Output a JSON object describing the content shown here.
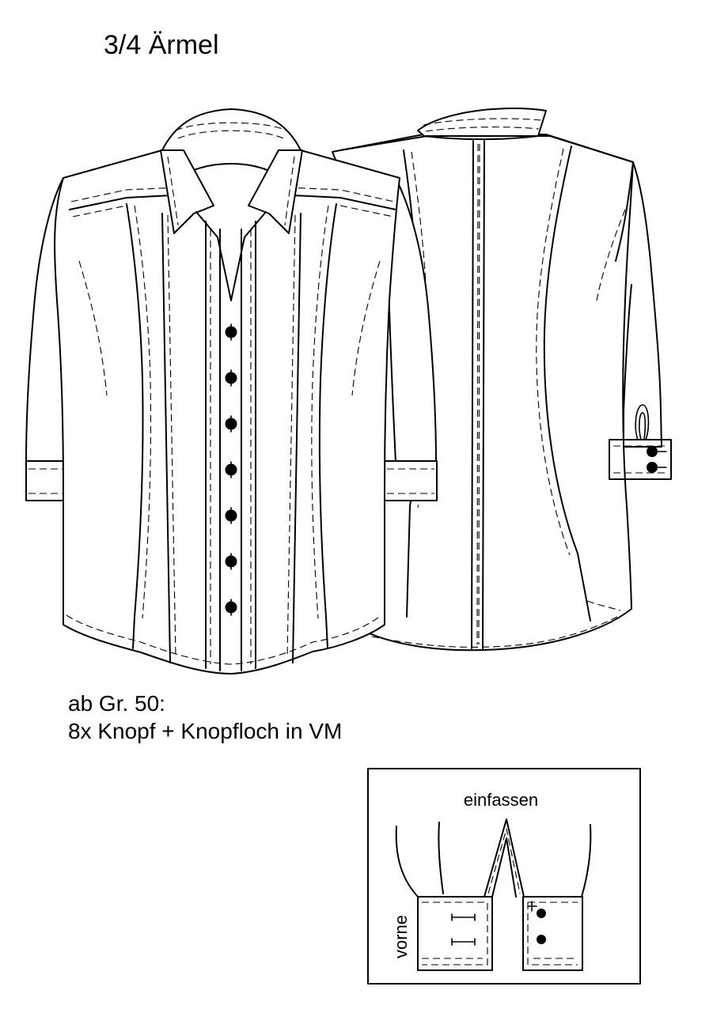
{
  "title": "3/4 Ärmel",
  "note": {
    "line1": "ab Gr. 50:",
    "line2": "8x Knopf + Knopfloch in VM"
  },
  "cuff_detail": {
    "label_top": "einfassen",
    "label_side": "vorne"
  }
}
